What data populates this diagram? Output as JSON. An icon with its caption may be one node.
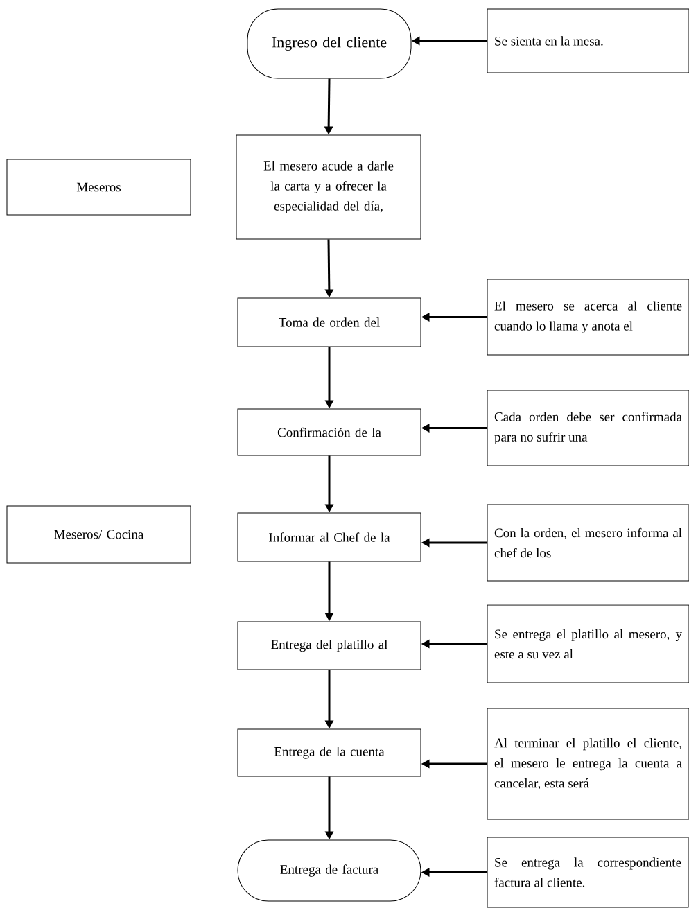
{
  "diagram": {
    "nodes": [
      {
        "text": [
          "Ingreso del cliente"
        ]
      },
      {
        "text": [
          "Se sienta en la mesa."
        ]
      },
      {
        "text": [
          "Meseros"
        ]
      },
      {
        "text": [
          "El mesero acude a darle la carta y a ofrecer la especialidad del día,"
        ]
      },
      {
        "text": [
          "Toma de orden del"
        ]
      },
      {
        "text": [
          "El mesero se acerca al cliente cuando lo llama y anota el"
        ]
      },
      {
        "text": [
          "Confirmación de la"
        ]
      },
      {
        "text": [
          "Cada orden debe ser confirmada para no sufrir una"
        ]
      },
      {
        "text": [
          "Meseros/ Cocina"
        ]
      },
      {
        "text": [
          "Informar al Chef de la"
        ]
      },
      {
        "text": [
          "Con la orden, el mesero informa al chef de los"
        ]
      },
      {
        "text": [
          "Entrega del platillo al"
        ]
      },
      {
        "text": [
          "Se entrega el platillo al mesero, y este a su vez al"
        ]
      },
      {
        "text": [
          "Entrega de la cuenta"
        ]
      },
      {
        "text": [
          "Al terminar el platillo el cliente, el mesero le entrega la cuenta a cancelar, esta será"
        ]
      },
      {
        "text": [
          "Entrega de factura"
        ]
      },
      {
        "text": [
          "Se entrega la correspondiente factura al cliente."
        ]
      }
    ],
    "edges": [
      {
        "from": 1,
        "to": 0,
        "arrow": "to"
      },
      {
        "from": 0,
        "to": 3,
        "arrow": "to"
      },
      {
        "from": 3,
        "to": 4,
        "arrow": "to"
      },
      {
        "from": 5,
        "to": 4,
        "arrow": "to"
      },
      {
        "from": 4,
        "to": 6,
        "arrow": "to"
      },
      {
        "from": 7,
        "to": 6,
        "arrow": "to"
      },
      {
        "from": 6,
        "to": 9,
        "arrow": "to"
      },
      {
        "from": 10,
        "to": 9,
        "arrow": "to"
      },
      {
        "from": 9,
        "to": 11,
        "arrow": "to"
      },
      {
        "from": 12,
        "to": 11,
        "arrow": "to"
      },
      {
        "from": 11,
        "to": 13,
        "arrow": "to"
      },
      {
        "from": 14,
        "to": 13,
        "arrow": "to"
      },
      {
        "from": 13,
        "to": 15,
        "arrow": "to"
      },
      {
        "from": 16,
        "to": 15,
        "arrow": "to"
      }
    ]
  }
}
